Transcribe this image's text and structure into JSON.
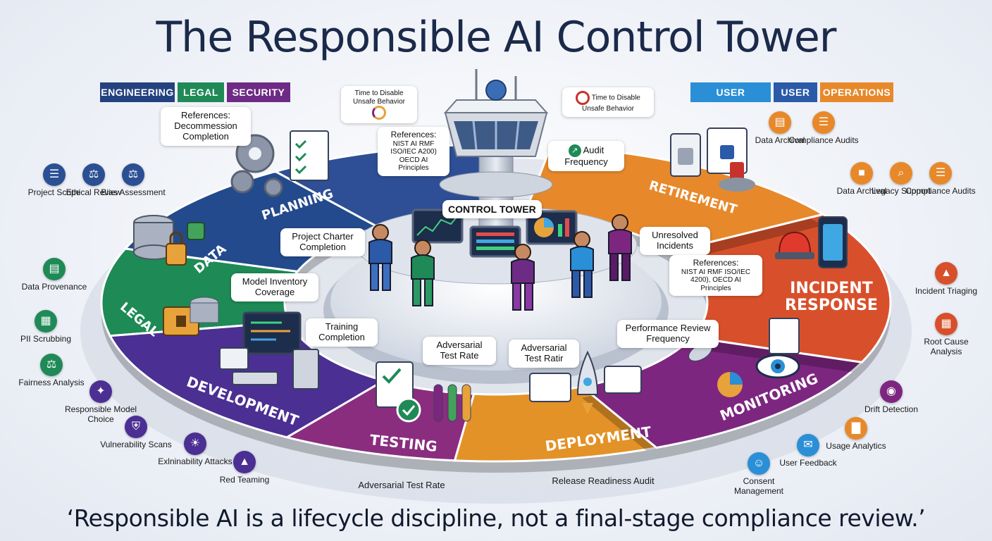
{
  "title": "The Responsible AI Control Tower",
  "quote": "‘Responsible AI is a lifecycle discipline, not a final-stage compliance review.’",
  "colors": {
    "planning": "#2e4f95",
    "data": "#234a8c",
    "legal": "#1e8a56",
    "development": "#4b2f93",
    "testing": "#8a2d7f",
    "deployment": "#e39227",
    "monitoring": "#7d2680",
    "incident": "#d8502b",
    "retirement": "#e7892b",
    "tower": "#c9d0da"
  },
  "tags_left": [
    {
      "label": "ENGINEERING",
      "color": "#24427f"
    },
    {
      "label": "LEGAL",
      "color": "#1f8a57"
    },
    {
      "label": "SECURITY",
      "color": "#6e2b85"
    }
  ],
  "tags_right": [
    {
      "label": "USER",
      "color": "#2a8fd6"
    },
    {
      "label": "USER",
      "color": "#2b5aa8"
    },
    {
      "label": "OPERATIONS",
      "color": "#e7892b"
    }
  ],
  "stages": {
    "planning": "PLANNING",
    "data": "DATA",
    "legal": "LEGAL",
    "development": "DEVELOPMENT",
    "testing": "TESTING",
    "deployment": "DEPLOYMENT",
    "monitoring": "MONITORING",
    "incident_1": "INCIDENT",
    "incident_2": "RESPONSE",
    "retirement": "RETIREMENT"
  },
  "control_tower_label": "CONTROL TOWER",
  "callouts": {
    "decommission": "References: Decommession Completion",
    "time_disable_left": "Time to Disable Unsafe Behavior",
    "references_left_title": "References:",
    "references_left_body": "NIST AI RMF ISO/IEC A200) OECD AI Principles",
    "time_disable_right": "Time to Disable Unsafe Behavior",
    "audit_frequency": "Audit Frequency",
    "project_charter": "Project Charter Completion",
    "model_inventory": "Model Inventory Coverage",
    "training_completion": "Training Completion",
    "adversarial_left": "Adversarial Test Rate",
    "adversarial_right": "Adversarial Test Ratir",
    "unresolved": "Unresolved Incidents",
    "references_right_title": "References:",
    "references_right_body": "NIST AI RMF ISO/IEC 4200), OECD AI Principles",
    "performance_review": "Performance Review Frequency"
  },
  "bottom_metrics": {
    "adversarial": "Adversarial Test Rate",
    "release": "Release Readiness Audit"
  },
  "nodes_left": [
    {
      "label": "Project Scope",
      "icon": "clipboard-icon",
      "glyph": "☰",
      "color": "#2b4f93"
    },
    {
      "label": "Ethical Review",
      "icon": "scales-icon",
      "glyph": "⚖",
      "color": "#2b4f93"
    },
    {
      "label": "Bias Assessment",
      "icon": "balance-icon",
      "glyph": "⚖",
      "color": "#2b4f93"
    },
    {
      "label": "Data Provenance",
      "icon": "database-icon",
      "glyph": "▤",
      "color": "#1f8a57"
    },
    {
      "label": "PII Scrubbing",
      "icon": "document-icon",
      "glyph": "▦",
      "color": "#1f8a57"
    },
    {
      "label": "Fairness Analysis",
      "icon": "scales-icon",
      "glyph": "⚖",
      "color": "#1f8a57"
    },
    {
      "label": "Responsible Model Choice",
      "icon": "network-icon",
      "glyph": "✦",
      "color": "#4b2f93"
    },
    {
      "label": "Vulnerability Scans",
      "icon": "shield-icon",
      "glyph": "⛨",
      "color": "#4b2f93"
    },
    {
      "label": "Exlninability Attacks",
      "icon": "bulb-icon",
      "glyph": "☀",
      "color": "#4b2f93"
    },
    {
      "label": "Red Teaming",
      "icon": "alarm-icon",
      "glyph": "▲",
      "color": "#4b2f93"
    }
  ],
  "nodes_right": [
    {
      "label": "Data Archival",
      "icon": "database-icon",
      "glyph": "▤",
      "color": "#e7892b"
    },
    {
      "label": "Compliance Audits",
      "icon": "clipboard-icon",
      "glyph": "☰",
      "color": "#e7892b"
    },
    {
      "label": "Data Archival",
      "icon": "folder-icon",
      "glyph": "■",
      "color": "#e7892b"
    },
    {
      "label": "Legacy Support",
      "icon": "magnifier-icon",
      "glyph": "⌕",
      "color": "#e7892b"
    },
    {
      "label": "Compliance Audits",
      "icon": "clipboard-icon",
      "glyph": "☰",
      "color": "#e7892b"
    },
    {
      "label": "Incident Triaging",
      "icon": "alarm-icon",
      "glyph": "▲",
      "color": "#d8502b"
    },
    {
      "label": "Root Cause Analysis",
      "icon": "document-icon",
      "glyph": "▦",
      "color": "#d8502b"
    },
    {
      "label": "Drift Detection",
      "icon": "eye-icon",
      "glyph": "◉",
      "color": "#7d2680"
    },
    {
      "label": "Usage Analytics",
      "icon": "chart-icon",
      "glyph": "▇",
      "color": "#e7892b"
    },
    {
      "label": "User Feedback",
      "icon": "chat-icon",
      "glyph": "✉",
      "color": "#2a8fd6"
    },
    {
      "label": "Consent Management",
      "icon": "user-check-icon",
      "glyph": "☺",
      "color": "#2a8fd6"
    }
  ]
}
